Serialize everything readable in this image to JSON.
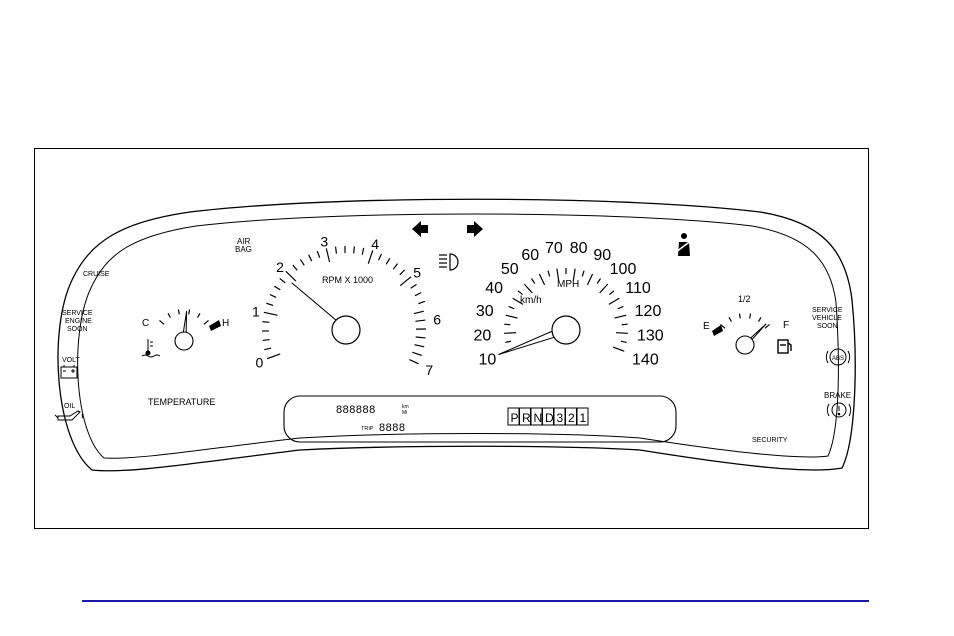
{
  "colors": {
    "footer_rule": "#1a1aa6",
    "line": "#000000",
    "background": "#ffffff"
  },
  "tachometer": {
    "title": "RPM X 1000",
    "scale_labels": [
      "0",
      "1",
      "2",
      "3",
      "4",
      "5",
      "6",
      "7"
    ],
    "needle_value": 1.9
  },
  "speedometer": {
    "unit_mph": "MPH",
    "unit_kmh": "km/h",
    "scale_labels": [
      "10",
      "20",
      "30",
      "40",
      "50",
      "60",
      "70",
      "80",
      "90",
      "100",
      "110",
      "120",
      "130",
      "140"
    ],
    "needle_value": 10
  },
  "temperature_gauge": {
    "cold_label": "C",
    "hot_label": "H",
    "caption": "TEMPERATURE",
    "needle_level": 0.55
  },
  "fuel_gauge": {
    "empty_label": "E",
    "half_label": "1/2",
    "full_label": "F",
    "needle_level": 0.95
  },
  "indicators": {
    "air_bag": [
      "AIR",
      "BAG"
    ],
    "cruise": "CRUISE",
    "service_engine_soon": [
      "SERVICE",
      "ENGINE",
      "SOON"
    ],
    "volt": "VOLT",
    "oil": "OIL",
    "service_vehicle_soon": [
      "SERVICE",
      "VEHICLE",
      "SOON"
    ],
    "abs": "ABS",
    "brake": "BRAKE",
    "security": "SECURITY"
  },
  "odometer": {
    "digits": "888888",
    "unit_km": "km",
    "unit_mi": "Mi",
    "trip_label": "TRIP",
    "trip_digits": "8888"
  },
  "prndl": [
    "P",
    "R",
    "N",
    "D",
    "3",
    "2",
    "1"
  ],
  "icons": [
    "left-turn-signal-icon",
    "right-turn-signal-icon",
    "high-beam-icon",
    "seatbelt-icon",
    "coolant-thermometer-icon",
    "battery-icon",
    "oil-can-icon",
    "fuel-pump-icon",
    "abs-icon",
    "brake-icon"
  ]
}
